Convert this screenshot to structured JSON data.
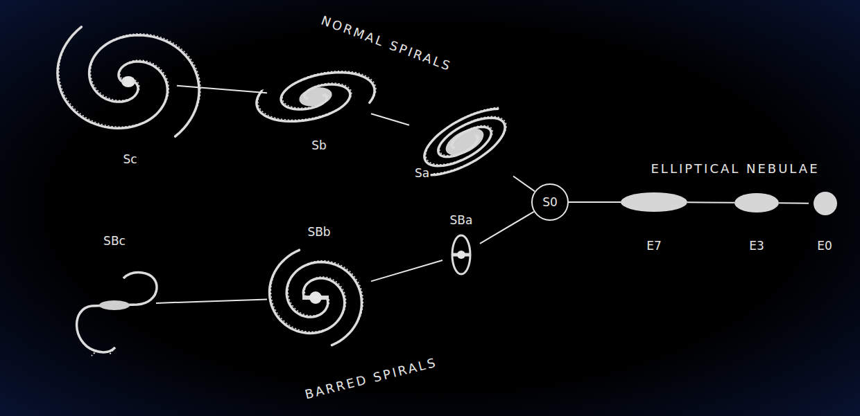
{
  "diagram": {
    "nodes": [
      {
        "text": [
          "Sc"
        ]
      },
      {
        "text": [
          "Sb"
        ]
      },
      {
        "text": [
          "Sa"
        ]
      },
      {
        "text": [
          "S0"
        ]
      },
      {
        "text": [
          "E7"
        ]
      },
      {
        "text": [
          "E3"
        ]
      },
      {
        "text": [
          "E0"
        ]
      },
      {
        "text": [
          "SBa"
        ]
      },
      {
        "text": [
          "SBb"
        ]
      },
      {
        "text": [
          "SBc"
        ]
      }
    ],
    "edges": [
      {
        "from": 0,
        "to": 1,
        "arrow": "none"
      },
      {
        "from": 1,
        "to": 2,
        "arrow": "none"
      },
      {
        "from": 2,
        "to": 3,
        "arrow": "none"
      },
      {
        "from": 3,
        "to": 4,
        "arrow": "none"
      },
      {
        "from": 4,
        "to": 5,
        "arrow": "none"
      },
      {
        "from": 5,
        "to": 6,
        "arrow": "none"
      },
      {
        "from": 3,
        "to": 7,
        "arrow": "none"
      },
      {
        "from": 7,
        "to": 8,
        "arrow": "none"
      },
      {
        "from": 8,
        "to": 9,
        "arrow": "none"
      }
    ],
    "labels": [
      "NORMAL SPIRALS",
      "ELLIPTICAL NEBULAE",
      "BARRED SPIRALS"
    ]
  }
}
